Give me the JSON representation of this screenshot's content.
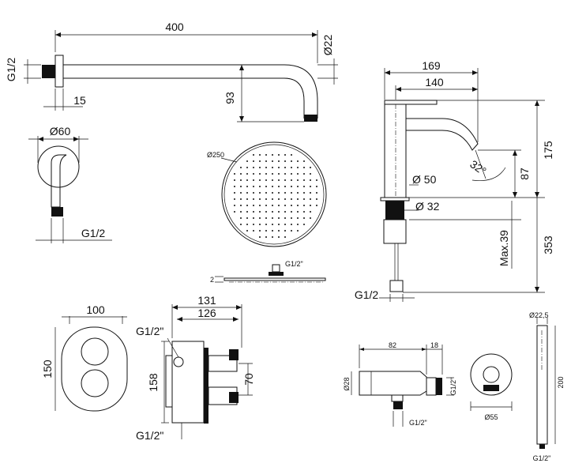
{
  "colors": {
    "line": "#111111",
    "background": "#ffffff"
  },
  "arm": {
    "length": "400",
    "diameter": "Ø22",
    "thread": "G1/2",
    "offset": "15",
    "drop": "93"
  },
  "flange": {
    "diameter": "Ø60",
    "thread": "G1/2"
  },
  "showerhead": {
    "diameter": "Ø250",
    "thread": "G1/2\"",
    "thickness": "2"
  },
  "tap": {
    "width_overall": "169",
    "width_spout": "140",
    "height_body": "175",
    "spout_height": "87",
    "angle": "32°",
    "base_diameter": "Ø 50",
    "shank_diameter": "Ø 32",
    "thread": "G1/2",
    "max_thickness": "Max.39",
    "hose_length": "353"
  },
  "mixer_plate": {
    "width": "100",
    "height": "150"
  },
  "mixer_valve": {
    "width_total": "131",
    "width_body": "126",
    "thread_top": "G1/2\"",
    "thread_bottom": "G1/2\"",
    "height": "158",
    "outlet_spacing": "70"
  },
  "wall_connector": {
    "length": "82",
    "depth": "18",
    "diameter": "Ø28",
    "thread_side": "G1/2\"",
    "thread_bottom": "G1/2\"",
    "rosette_diameter": "Ø55"
  },
  "hand_shower": {
    "diameter": "Ø22,5",
    "length": "200",
    "thread": "G1/2\""
  }
}
